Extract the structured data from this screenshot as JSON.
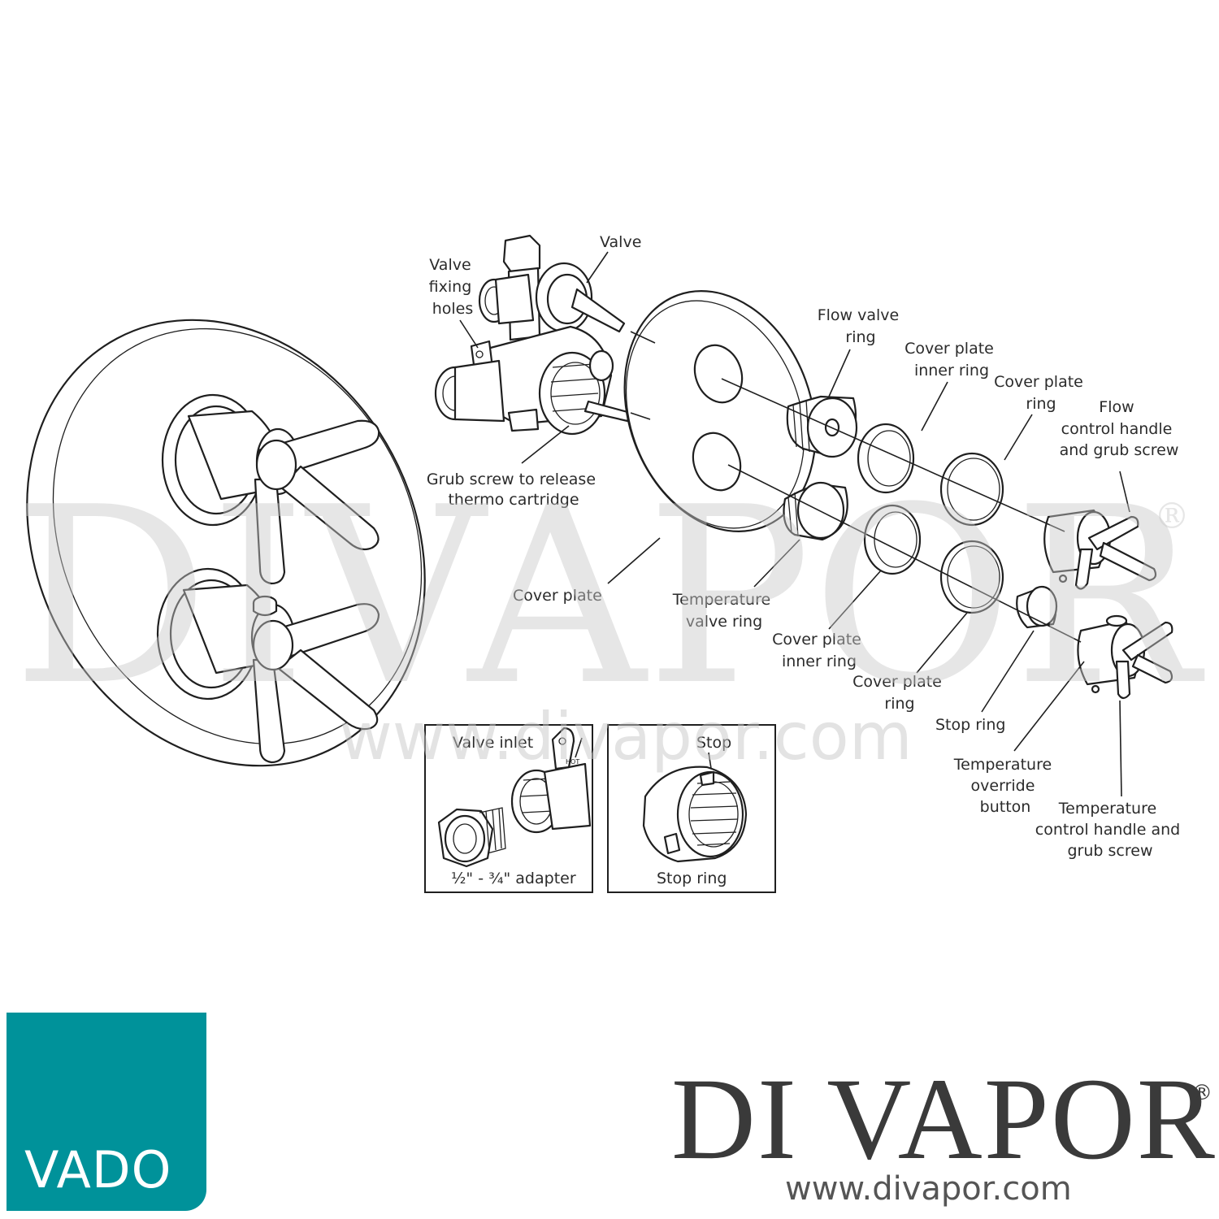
{
  "labels": {
    "valve": "Valve",
    "valve_fixing_holes": [
      "Valve",
      "fixing",
      "holes"
    ],
    "grub_screw_release": [
      "Grub screw to release",
      "thermo cartridge"
    ],
    "cover_plate": "Cover plate",
    "flow_valve_ring": [
      "Flow valve",
      "ring"
    ],
    "cover_plate_inner_ring_top": [
      "Cover plate",
      "inner ring"
    ],
    "cover_plate_ring_top": [
      "Cover plate",
      "ring"
    ],
    "flow_control_handle": [
      "Flow",
      "control handle",
      "and grub screw"
    ],
    "temperature_valve_ring": [
      "Temperature",
      "valve ring"
    ],
    "cover_plate_inner_ring_bottom": [
      "Cover plate",
      "inner ring"
    ],
    "cover_plate_ring_bottom": [
      "Cover plate",
      "ring"
    ],
    "stop_ring": "Stop ring",
    "temperature_override_button": [
      "Temperature",
      "override",
      "button"
    ],
    "temperature_control_handle": [
      "Temperature",
      "control handle and",
      "grub screw"
    ]
  },
  "inset_valve_inlet": {
    "title": "Valve inlet",
    "caption": "½\" - ¾\" adapter",
    "marking": "HOT"
  },
  "inset_stop_ring": {
    "title": "Stop",
    "caption": "Stop ring"
  },
  "watermark": {
    "text": "DIVAPOR",
    "reg": "®",
    "url": "www.divapor.com"
  },
  "logo": {
    "text": "VADO",
    "color": "#00929a"
  },
  "brand": {
    "name": "DI VAPOR",
    "reg": "®",
    "url": "www.divapor.com"
  }
}
